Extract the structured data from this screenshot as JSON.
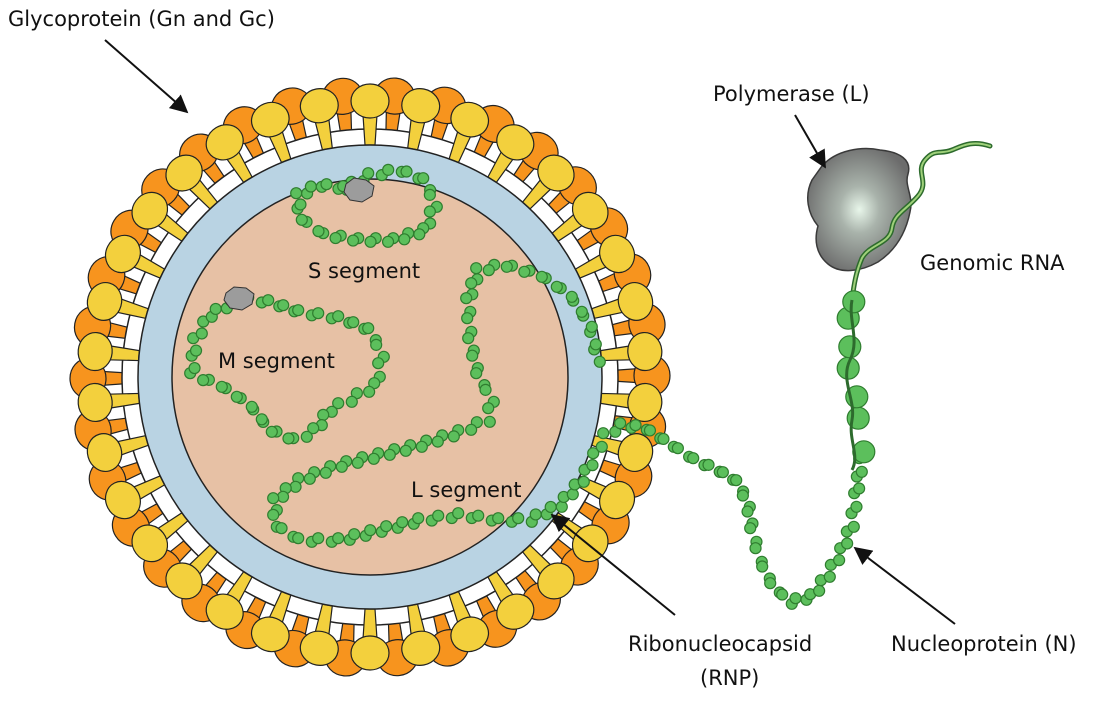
{
  "labels": {
    "glycoprotein": "Glycoprotein (Gn and Gc)",
    "polymerase": "Polymerase (L)",
    "genomic_rna": "Genomic RNA",
    "s_segment": "S segment",
    "m_segment": "M segment",
    "l_segment": "L segment",
    "rnp_line1": "Ribonucleocapsid",
    "rnp_line2": "(RNP)",
    "nucleoprotein": "Nucleoprotein (N)"
  },
  "colors": {
    "spike_yellow": "#f3d03d",
    "spike_orange": "#f7941e",
    "membrane": "#b9d3e3",
    "interior": "#e7c1a5",
    "nucleoprotein_green": "#5cbf5c",
    "nucleoprotein_edge": "#2f7d2f",
    "polymerase_gray": "#8a8a8a",
    "rna_green": "#6ab04c",
    "arrow": "#111111"
  }
}
